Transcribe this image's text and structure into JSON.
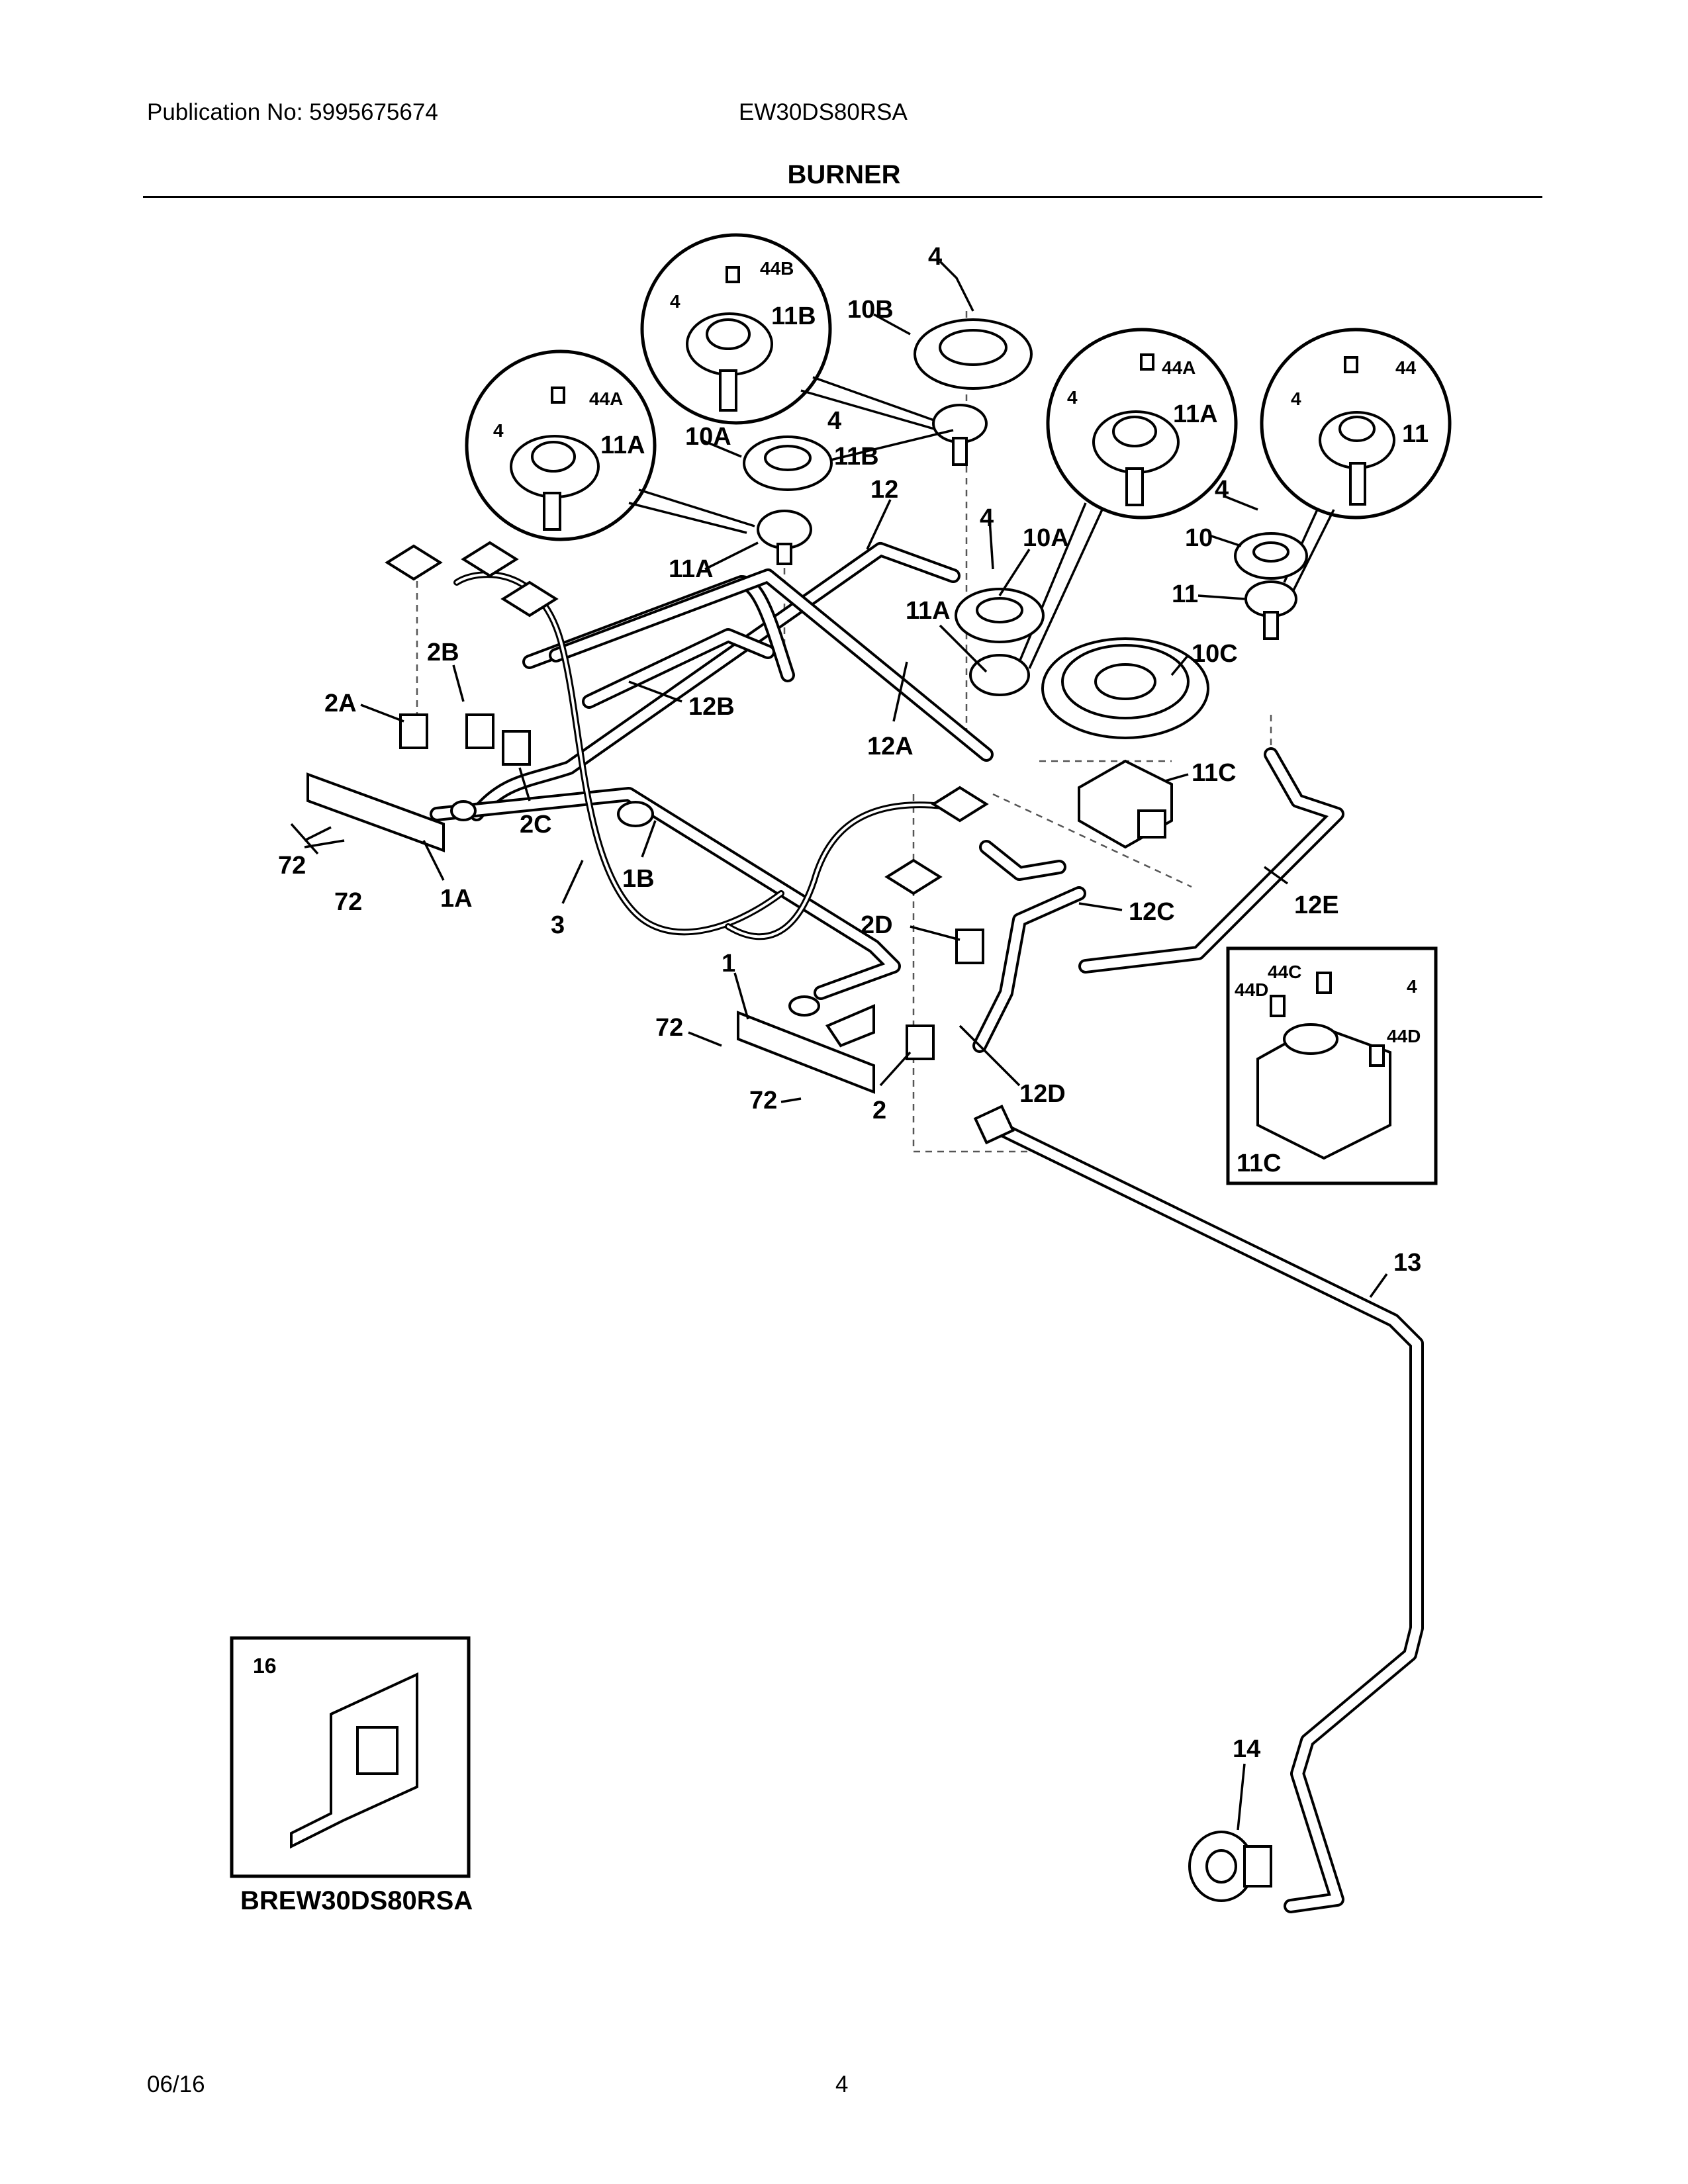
{
  "header": {
    "publication": "Publication No: 5995675674",
    "model": "EW30DS80RSA",
    "section": "BURNER"
  },
  "footer": {
    "date": "06/16",
    "page": "4"
  },
  "inset_box": {
    "number": "16",
    "model_label": "BREW30DS80RSA"
  },
  "callouts": {
    "c4_top": "4",
    "c44b": "44B",
    "c4_11b": "4",
    "c11b_circle": "11B",
    "c10b": "10B",
    "c44a_left": "44A",
    "c4_left_circle": "4",
    "c11a_left_circle": "11A",
    "c10a_left": "10A",
    "c4_10a_left": "4",
    "c11b": "11B",
    "c12": "12",
    "c11a_left": "11A",
    "c44a_mid": "44A",
    "c4_mid_circle": "4",
    "c11a_mid_circle": "11A",
    "c44": "44",
    "c4_right_circle": "4",
    "c11_circle": "11",
    "c4_right": "4",
    "c10": "10",
    "c11": "11",
    "c4_mid": "4",
    "c10a_mid": "10A",
    "c11a_mid": "11A",
    "c10c": "10C",
    "c2b": "2B",
    "c2a": "2A",
    "c12b": "12B",
    "c12a": "12A",
    "c11c": "11C",
    "c72_a": "72",
    "c72_b": "72",
    "c1a": "1A",
    "c2c": "2C",
    "c1b": "1B",
    "c3": "3",
    "c12e": "12E",
    "c2d": "2D",
    "c12c": "12C",
    "c44c": "44C",
    "c44d_a": "44D",
    "c4_box": "4",
    "c44d_b": "44D",
    "c11c_box": "11C",
    "c1": "1",
    "c72_c": "72",
    "c72_d": "72",
    "c2": "2",
    "c12d": "12D",
    "c13": "13",
    "c14": "14"
  }
}
